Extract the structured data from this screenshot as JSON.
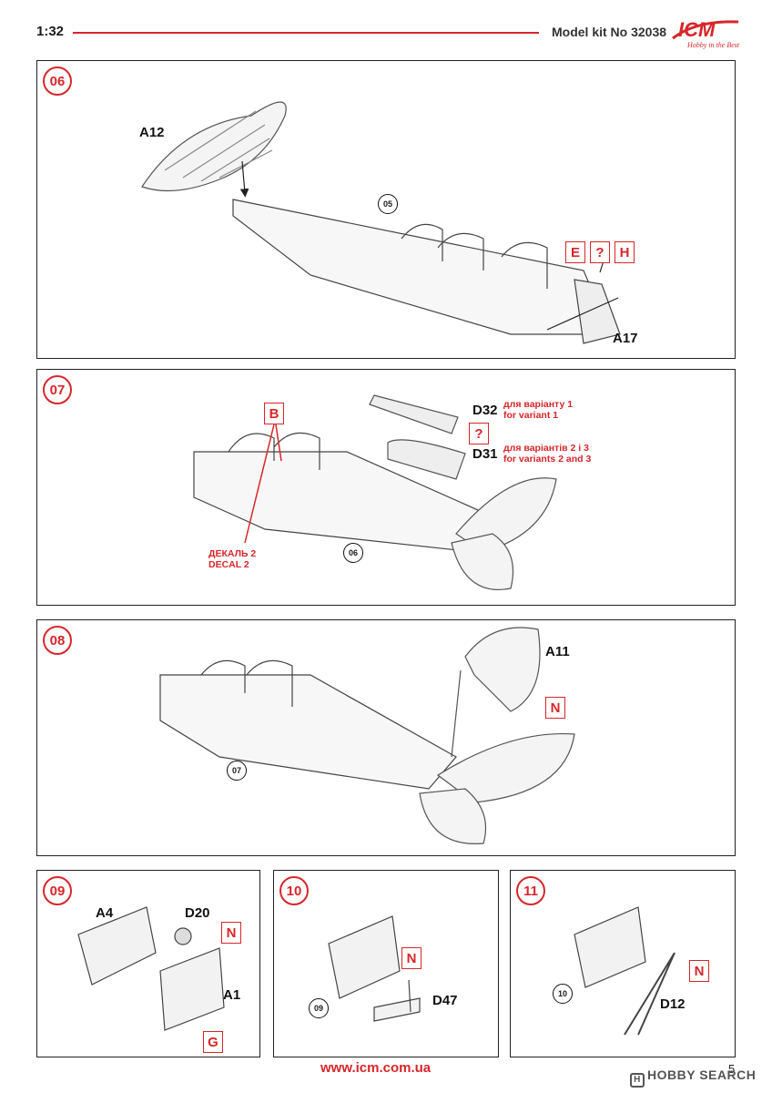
{
  "header": {
    "scale": "1:32",
    "kit_number": "Model kit No 32038",
    "logo_text": "ICM",
    "logo_tagline": "Hobby in the Best",
    "accent_color": "#d7262a"
  },
  "steps": [
    {
      "number": "06",
      "parts": [
        "A12",
        "A17"
      ],
      "ref_step": "05",
      "options": [
        "E",
        "?",
        "H"
      ]
    },
    {
      "number": "07",
      "parts": [
        "D32",
        "D31"
      ],
      "ref_step": "06",
      "callout": "B",
      "option_mark": "?",
      "variant1_ua": "для варіанту 1",
      "variant1_en": "for variant 1",
      "variant23_ua": "для варіантів 2 і 3",
      "variant23_en": "for variants 2 and 3",
      "decal_ua": "ДЕКАЛЬ 2",
      "decal_en": "DECAL 2"
    },
    {
      "number": "08",
      "parts": [
        "A11"
      ],
      "ref_step": "07",
      "callout": "N"
    },
    {
      "number": "09",
      "parts": [
        "A4",
        "D20",
        "A1"
      ],
      "callouts": [
        "N",
        "G"
      ]
    },
    {
      "number": "10",
      "parts": [
        "D47"
      ],
      "ref_step": "09",
      "callout": "N"
    },
    {
      "number": "11",
      "parts": [
        "D12"
      ],
      "ref_step": "10",
      "callout": "N"
    }
  ],
  "footer": {
    "url": "www.icm.com.ua",
    "page_number": "5",
    "watermark": "HOBBY SEARCH"
  }
}
